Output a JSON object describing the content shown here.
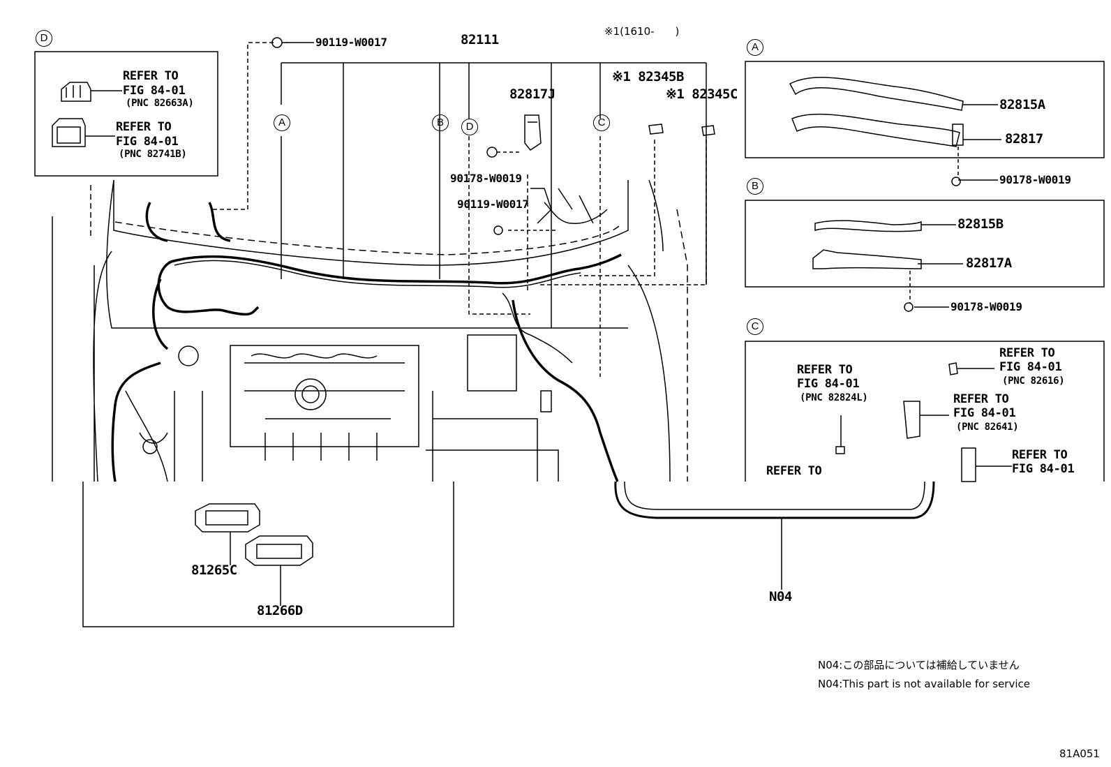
{
  "callouts": {
    "A": "A",
    "B": "B",
    "C": "C",
    "D": "D"
  },
  "main_parts": {
    "harness": "82111",
    "note_range": "※1(1610-　　)",
    "p_82345b": "※1 82345B",
    "p_82345c": "※1 82345C",
    "clamp_j": "82817J",
    "bolt_top": "90119-W0017",
    "bolt_mid": "90119-W0017",
    "clip_mid": "90178-W0019",
    "cover_c": "81265C",
    "cover_d": "81266D",
    "n04": "N04"
  },
  "panel_d": {
    "ref1_line1": "REFER TO",
    "ref1_line2": "FIG 84-01",
    "ref1_pnc": "(PNC 82663A)",
    "ref2_line1": "REFER TO",
    "ref2_line2": "FIG 84-01",
    "ref2_pnc": "(PNC 82741B)"
  },
  "panel_a": {
    "p1": "82815A",
    "p2": "82817",
    "clip": "90178-W0019"
  },
  "panel_b": {
    "p1": "82815B",
    "p2": "82817A",
    "clip": "90178-W0019"
  },
  "panel_c": {
    "ref1_line1": "REFER TO",
    "ref1_line2": "FIG 84-01",
    "ref1_pnc": "(PNC 82824L)",
    "ref2_line1": "REFER TO",
    "ref2_line2": "FIG 84-01",
    "ref2_pnc": "(PNC 82616)",
    "ref3_line1": "REFER TO",
    "ref3_line2": "FIG 84-01",
    "ref3_pnc": "(PNC 82641)",
    "ref4_line1": "REFER TO",
    "ref4_line2": "FIG 84-01",
    "ref5_line1": "REFER TO"
  },
  "notes": {
    "jp": "N04:この部品については補給していません",
    "en": "N04:This part is not available for service"
  },
  "figure_id": "81A051"
}
